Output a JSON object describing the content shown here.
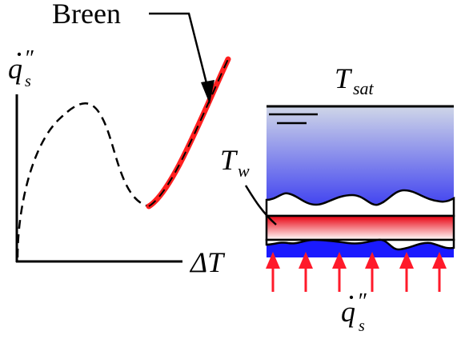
{
  "labels": {
    "breen": "Breen",
    "flux_top": {
      "base": "q",
      "dot": "·",
      "prime": "″",
      "sub": "s"
    },
    "delta_t": "ΔT",
    "t_sat": {
      "base": "T",
      "sub": "sat"
    },
    "t_w": {
      "base": "T",
      "sub": "w"
    },
    "flux_bottom": {
      "base": "q",
      "dot": "·",
      "prime": "″",
      "sub": "s"
    }
  },
  "colors": {
    "liquid_top": "#cfd6e8",
    "liquid_bottom": "#3b3df0",
    "heater_top": "#e8000f",
    "heater_bottom": "#ffffff",
    "vapor_bottom_layer": "#1a1aff",
    "arrow": "#ff1a2a",
    "curve_highlight": "#ff1f1f"
  },
  "arrows_count": 6
}
